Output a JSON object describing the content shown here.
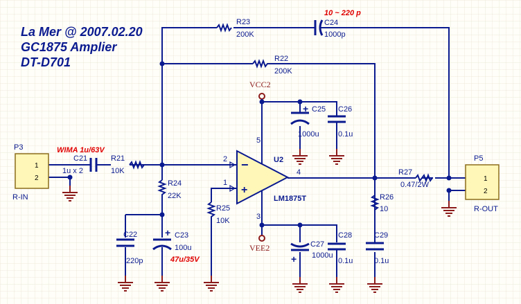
{
  "title": {
    "line1": "La Mer @ 2007.02.20",
    "line2": "GC1875 Amplier",
    "line3": "DT-D701"
  },
  "colors": {
    "wire": "#0a1a8f",
    "ground": "#8b1a1a",
    "note": "#e00000",
    "background": "#fffef8"
  },
  "connectors": {
    "p3": {
      "ref": "P3",
      "name": "R-IN",
      "pin1": "1",
      "pin2": "2"
    },
    "p5": {
      "ref": "P5",
      "name": "R-OUT",
      "pin1": "1",
      "pin2": "2"
    }
  },
  "notes": {
    "c21": "WIMA 1u/63V",
    "c24": "10 ~ 220 p",
    "c23": "47u/35V"
  },
  "components": {
    "c21": {
      "ref": "C21",
      "value": "1u x 2"
    },
    "r21": {
      "ref": "R21",
      "value": "10K"
    },
    "r22": {
      "ref": "R22",
      "value": "200K"
    },
    "r23": {
      "ref": "R23",
      "value": "200K"
    },
    "c24": {
      "ref": "C24",
      "value": "1000p"
    },
    "r24": {
      "ref": "R24",
      "value": "22K"
    },
    "r25": {
      "ref": "R25",
      "value": "10K"
    },
    "c22": {
      "ref": "C22",
      "value": "220p"
    },
    "c23": {
      "ref": "C23",
      "value": "100u"
    },
    "c25": {
      "ref": "C25",
      "value": "1000u"
    },
    "c26": {
      "ref": "C26",
      "value": "0.1u"
    },
    "c27": {
      "ref": "C27",
      "value": "1000u"
    },
    "c28": {
      "ref": "C28",
      "value": "0.1u"
    },
    "c29": {
      "ref": "C29",
      "value": "0.1u"
    },
    "r26": {
      "ref": "R26",
      "value": "10"
    },
    "r27": {
      "ref": "R27",
      "value": "0.47/2W"
    },
    "u2": {
      "ref": "U2",
      "part": "LM1875T"
    }
  },
  "opamp_pins": {
    "in_minus": "2",
    "in_plus": "1",
    "out": "4",
    "vcc": "5",
    "vee": "3"
  },
  "power": {
    "vcc": "VCC2",
    "vee": "VEE2"
  }
}
